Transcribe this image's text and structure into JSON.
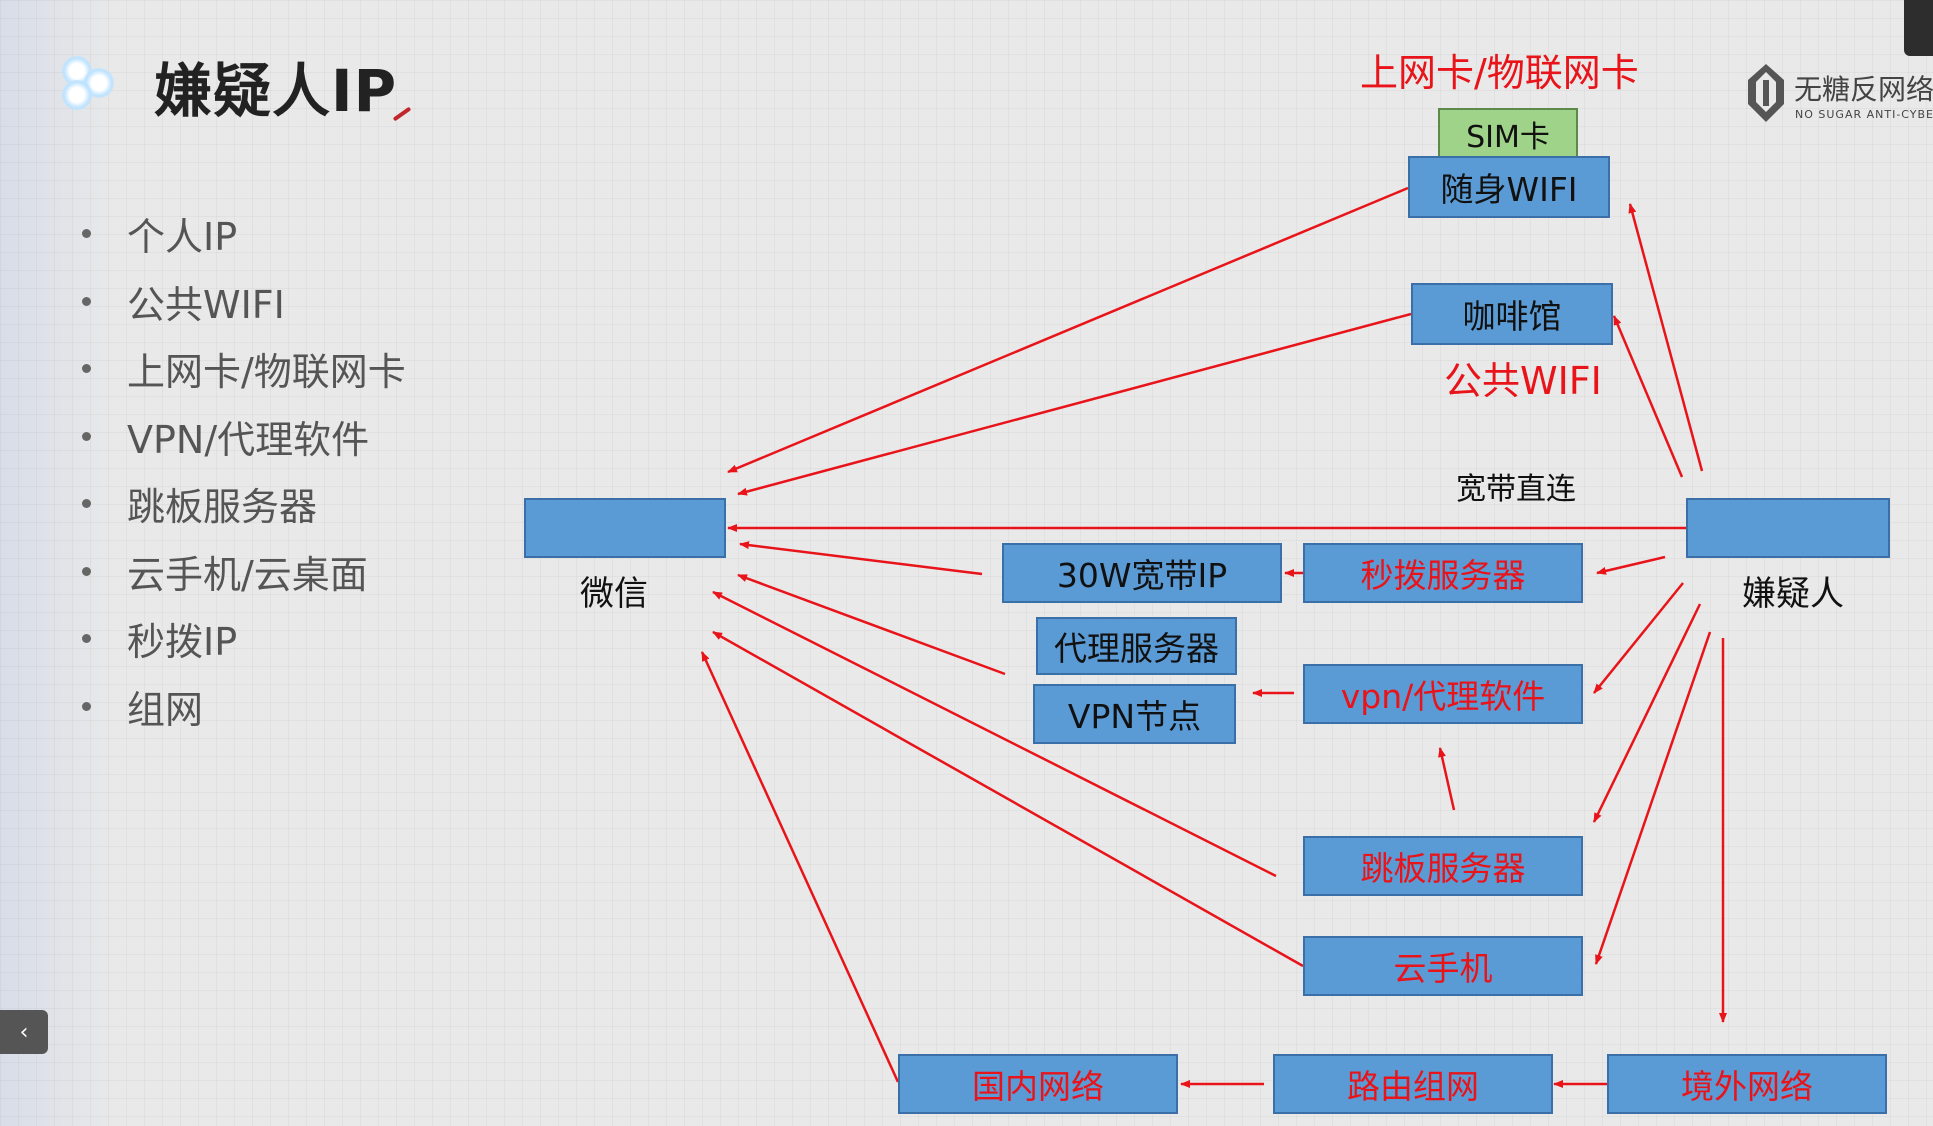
{
  "title": "嫌疑人IP",
  "bullets": [
    "个人IP",
    "公共WIFI",
    "上网卡/物联网卡",
    "VPN/代理软件",
    "跳板服务器",
    "云手机/云桌面",
    "秒拨IP",
    "组网"
  ],
  "diagram": {
    "nodes": {
      "wechat_label": "微信",
      "suspect_label": "嫌疑人",
      "sim": "SIM卡",
      "portable_wifi": "随身WIFI",
      "cafe": "咖啡馆",
      "broadband_ip": "30W宽带IP",
      "second_dial_server": "秒拨服务器",
      "proxy_server": "代理服务器",
      "vpn_node": "VPN节点",
      "vpn_proxy_software": "vpn/代理软件",
      "jump_server": "跳板服务器",
      "cloud_phone": "云手机",
      "domestic_network": "国内网络",
      "router_network": "路由组网",
      "overseas_network": "境外网络"
    },
    "labels": {
      "sim_card_title": "上网卡/物联网卡",
      "public_wifi": "公共WIFI",
      "broadband_direct": "宽带直连"
    },
    "arrow_color": "#e8141a",
    "box_color": "#5b9bd5"
  },
  "logo": {
    "name": "无糖反网络",
    "en": "NO SUGAR ANTI-CYBE"
  },
  "nav": {
    "back": "‹"
  }
}
